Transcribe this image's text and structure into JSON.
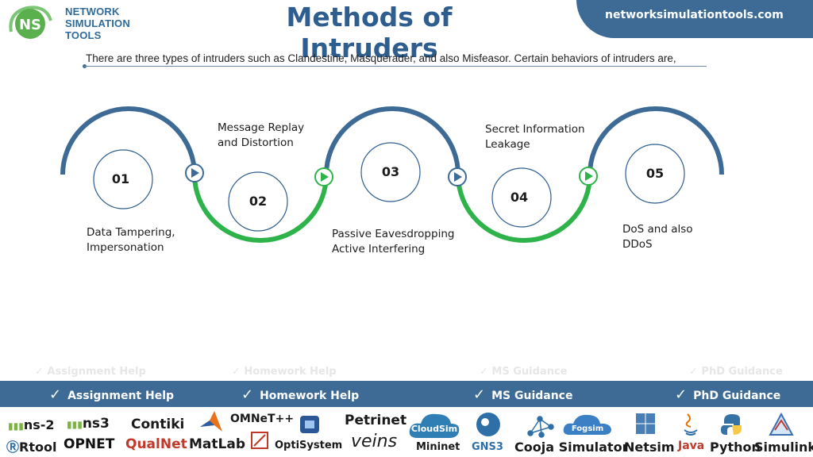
{
  "logo": {
    "mark": "NS",
    "line1": "NETWORK",
    "line2": "SIMULATION",
    "line3": "TOOLS"
  },
  "title": "Methods of Intruders",
  "site": "networksimulationtools.com",
  "intro": "There are three types of intruders such as Clandestine, Masquerader, and also Misfeasor. Certain behaviors of intruders are,",
  "steps": [
    {
      "num": "01",
      "label_lines": [
        "Data Tampering,",
        "Impersonation"
      ]
    },
    {
      "num": "02",
      "label_lines": [
        "Message Replay",
        "and Distortion"
      ]
    },
    {
      "num": "03",
      "label_lines": [
        "Passive Eavesdropping",
        "Active Interfering"
      ]
    },
    {
      "num": "04",
      "label_lines": [
        "Secret Information",
        "Leakage"
      ]
    },
    {
      "num": "05",
      "label_lines": [
        "DoS and also",
        "DDoS"
      ]
    }
  ],
  "colors": {
    "blue_arc": "#3d6b95",
    "green_arc": "#2eb34a",
    "title": "#2e5d8f"
  },
  "services": [
    "Assignment Help",
    "Homework Help",
    "MS  Guidance",
    "PhD  Guidance"
  ],
  "tools": {
    "ns2": "ns-2",
    "ns3": "ns3",
    "contiki": "Contiki",
    "omnet": "OMNeT++",
    "petrinet": "Petrinet",
    "rtool": "Rtool",
    "opnet": "OPNET",
    "qualnet": "QualNet",
    "matlab": "MatLab",
    "optisystem": "OptiSystem",
    "veins": "veins",
    "cloudsim": "CloudSim",
    "mininet": "Mininet",
    "gns3": "GNS3",
    "cooja": "Cooja Simulator",
    "fogsim": "Fogsim",
    "netsim": "Netsim",
    "java": "Java",
    "python": "Python",
    "simulink": "Simulink"
  }
}
